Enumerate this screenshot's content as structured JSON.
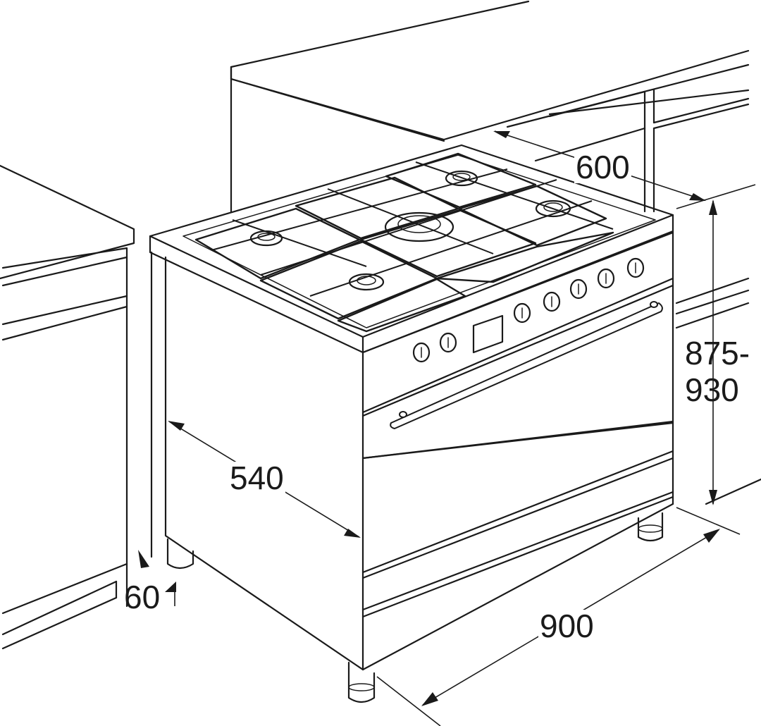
{
  "dimensions": {
    "depth": "600",
    "height_line1": "875-",
    "height_line2": "930",
    "side_depth": "540",
    "plinth": "60",
    "width": "900"
  },
  "colors": {
    "line": "#1a1a1a",
    "background": "#ffffff"
  }
}
